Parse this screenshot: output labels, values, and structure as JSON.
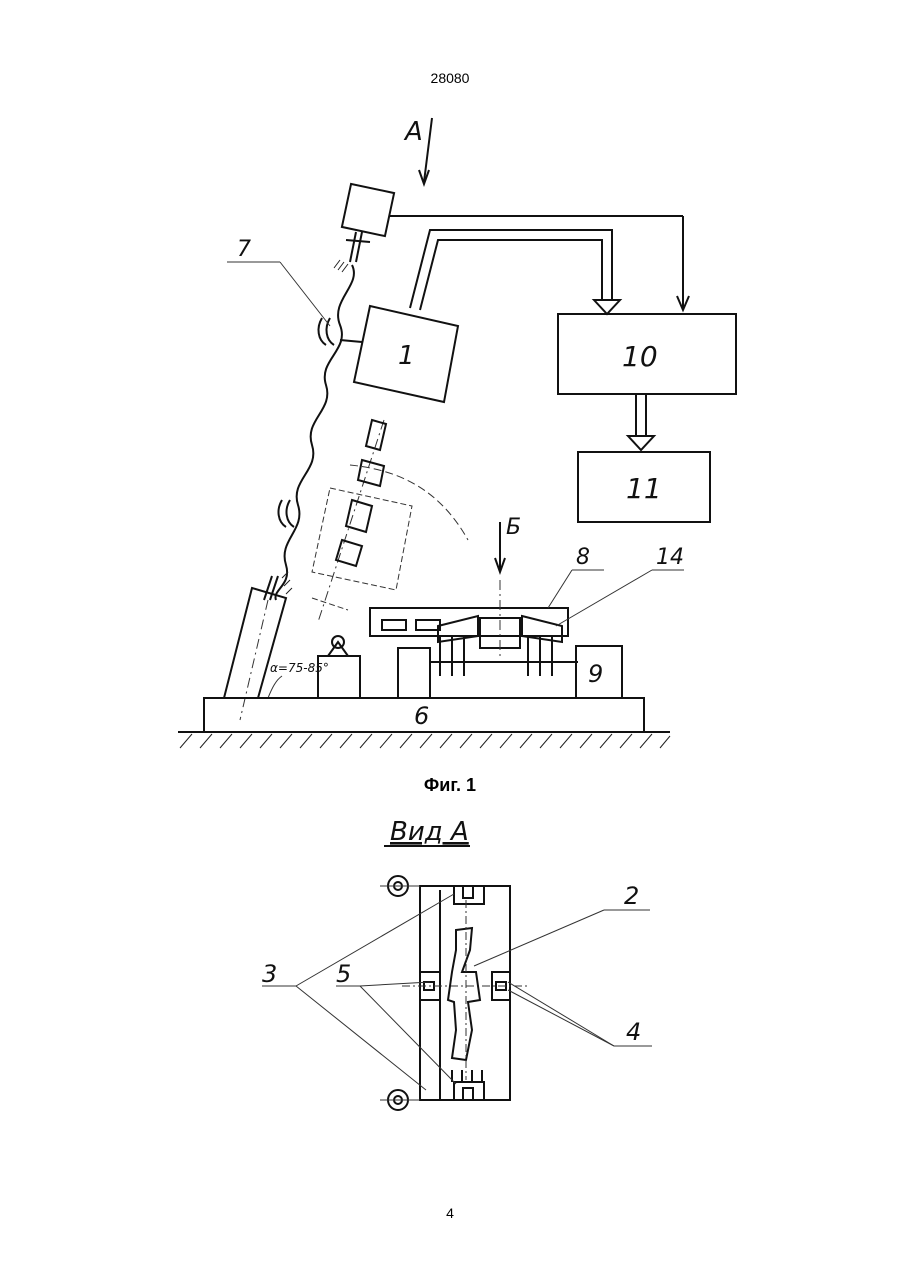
{
  "header": {
    "doc_number": "28080"
  },
  "figure1": {
    "caption": "Фиг. 1",
    "view_label": "A",
    "section_label": "Б",
    "angle_label": "α=75-85°",
    "labels": {
      "l1": "1",
      "l6": "6",
      "l7": "7",
      "l8": "8",
      "l9": "9",
      "l10": "10",
      "l11": "11",
      "l14": "14"
    }
  },
  "figure2": {
    "title": "Вид А",
    "labels": {
      "l2": "2",
      "l3": "3",
      "l4": "4",
      "l5": "5"
    }
  },
  "footer": {
    "page_number": "4"
  }
}
